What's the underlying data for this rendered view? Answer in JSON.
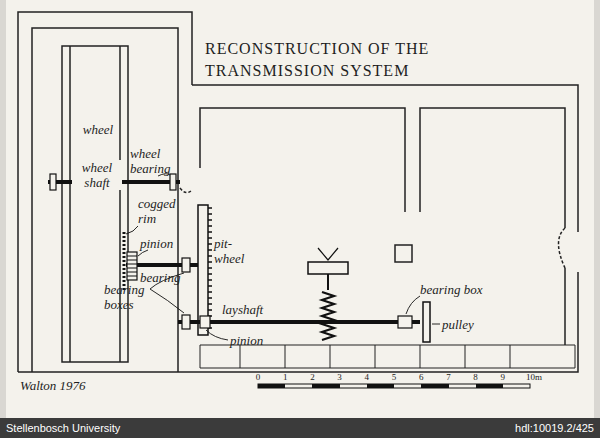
{
  "diagram": {
    "title": "RECONSTRUCTION OF THE TRANSMISSION SYSTEM",
    "labels": [
      "wheel",
      "wheel shaft",
      "wheel bearing",
      "cogged rim",
      "pinion",
      "bearing",
      "pit-wheel",
      "bearing boxes",
      "layshaft",
      "pinion",
      "bearing box",
      "pulley",
      "Walton 1976",
      "0",
      "1",
      "2",
      "3",
      "4",
      "5",
      "6",
      "7",
      "8",
      "9",
      "10m",
      "Stellenbosch University",
      "hdl:10019.2/425"
    ]
  }
}
